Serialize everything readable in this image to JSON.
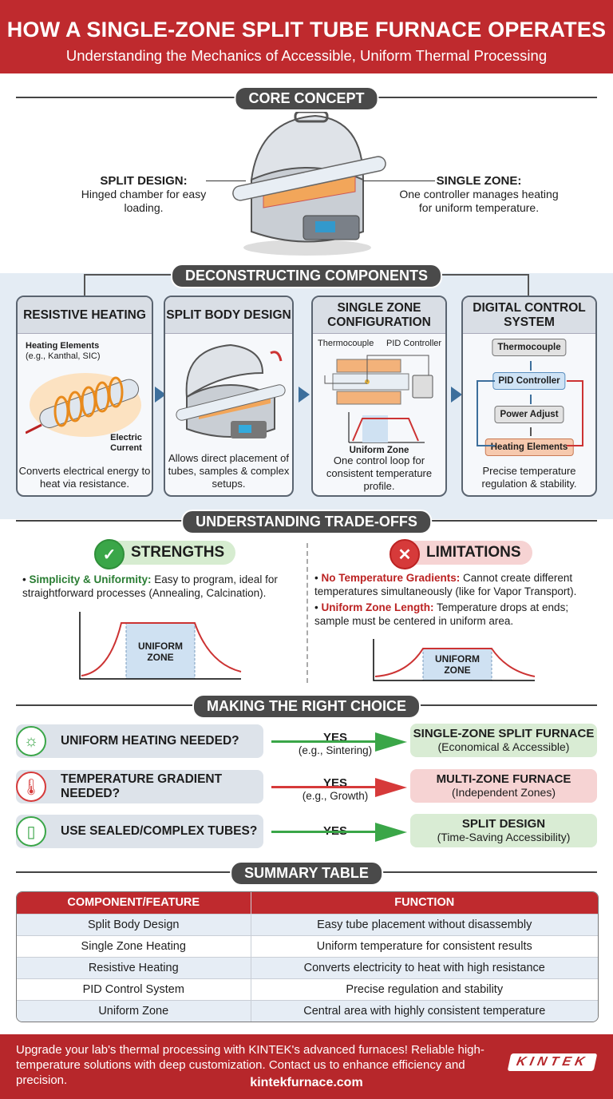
{
  "header": {
    "title": "HOW A SINGLE-ZONE SPLIT TUBE FURNACE OPERATES",
    "subtitle": "Understanding the Mechanics of Accessible, Uniform Thermal Processing"
  },
  "core": {
    "pill": "CORE CONCEPT",
    "left_title": "SPLIT DESIGN:",
    "left_text": "Hinged chamber for easy loading.",
    "right_title": "SINGLE ZONE:",
    "right_text": "One controller manages heating for uniform temperature."
  },
  "components": {
    "pill": "DECONSTRUCTING COMPONENTS",
    "cards": [
      {
        "title": "RESISTIVE HEATING",
        "label1": "Heating Elements",
        "label2": "(e.g., Kanthal, SIC)",
        "label3": "Electric Current",
        "desc": "Converts electrical energy to heat via resistance."
      },
      {
        "title": "SPLIT BODY DESIGN",
        "desc": "Allows direct placement of tubes, samples & complex setups."
      },
      {
        "title": "SINGLE ZONE CONFIGURATION",
        "label1": "Thermocouple",
        "label2": "PID Controller",
        "label3": "Uniform Zone",
        "desc": "One control loop for consistent temperature profile."
      },
      {
        "title": "DIGITAL CONTROL SYSTEM",
        "steps": [
          "Thermocouple",
          "PID Controller",
          "Power Adjust",
          "Heating Elements"
        ],
        "desc": "Precise temperature regulation & stability."
      }
    ]
  },
  "tradeoffs": {
    "pill": "UNDERSTANDING TRADE-OFFS",
    "strengths": {
      "title": "STRENGTHS",
      "items": [
        {
          "bold": "Simplicity & Uniformity:",
          "text": " Easy to program, ideal for straightforward processes (Annealing, Calcination)."
        }
      ],
      "chart_label": "UNIFORM ZONE"
    },
    "limitations": {
      "title": "LIMITATIONS",
      "items": [
        {
          "bold": "No Temperature Gradients:",
          "text": " Cannot create different temperatures simultaneously (like for Vapor Transport)."
        },
        {
          "bold": "Uniform Zone Length:",
          "text": " Temperature drops at ends; sample must be centered in uniform area."
        }
      ],
      "chart_label": "UNIFORM ZONE"
    }
  },
  "choice": {
    "pill": "MAKING THE RIGHT CHOICE",
    "rows": [
      {
        "question": "UNIFORM HEATING NEEDED?",
        "answer": "YES",
        "example": "(e.g., Sintering)",
        "result": "SINGLE-ZONE SPLIT FURNACE",
        "result_sub": "(Economical & Accessible)",
        "color": "#3aa648"
      },
      {
        "question": "TEMPERATURE GRADIENT NEEDED?",
        "answer": "YES",
        "example": "(e.g., Growth)",
        "result": "MULTI-ZONE FURNACE",
        "result_sub": "(Independent Zones)",
        "color": "#d63a3a"
      },
      {
        "question": "USE SEALED/COMPLEX TUBES?",
        "answer": "YES",
        "example": "",
        "result": "SPLIT DESIGN",
        "result_sub": "(Time-Saving Accessibility)",
        "color": "#3aa648"
      }
    ]
  },
  "summary": {
    "pill": "SUMMARY TABLE",
    "headers": [
      "COMPONENT/FEATURE",
      "FUNCTION"
    ],
    "rows": [
      [
        "Split Body Design",
        "Easy tube placement without disassembly"
      ],
      [
        "Single Zone Heating",
        "Uniform temperature for consistent results"
      ],
      [
        "Resistive Heating",
        "Converts electricity to heat with high resistance"
      ],
      [
        "PID Control System",
        "Precise regulation and stability"
      ],
      [
        "Uniform Zone",
        "Central area with highly consistent temperature"
      ]
    ]
  },
  "footer": {
    "text": "Upgrade your lab's thermal processing with KINTEK's advanced furnaces! Reliable high-temperature solutions with deep customization. Contact us to enhance efficiency and precision.",
    "url": "kintekfurnace.com",
    "logo": "KINTEK"
  },
  "colors": {
    "brand_red": "#bf2a2e",
    "strength_green": "#3aa648",
    "limit_red": "#d63a3a",
    "band_blue": "#e4ecf4"
  }
}
